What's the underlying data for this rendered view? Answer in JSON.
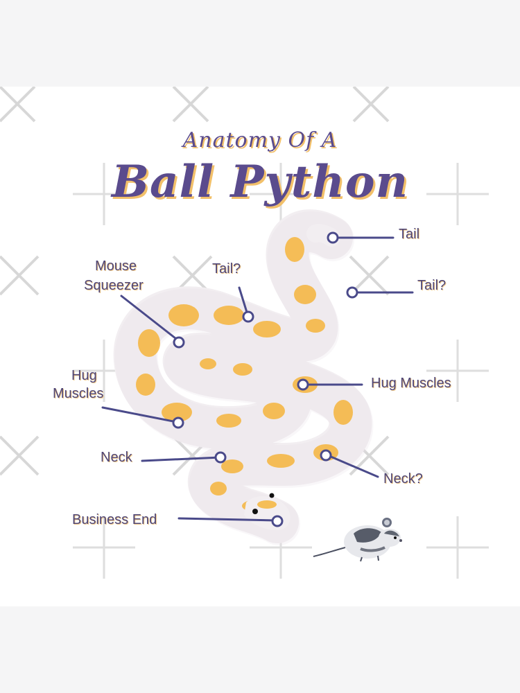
{
  "title": {
    "line1": "Anatomy Of A",
    "line2": "Ball Python"
  },
  "labels": {
    "tail": "Tail",
    "tail_q_right": "Tail?",
    "tail_q_center": "Tail?",
    "mouse_squeezer_1": "Mouse",
    "mouse_squeezer_2": "Squeezer",
    "hug_muscles_left_1": "Hug",
    "hug_muscles_left_2": "Muscles",
    "hug_muscles_right": "Hug Muscles",
    "neck": "Neck",
    "neck_q": "Neck?",
    "business_end": "Business End"
  },
  "colors": {
    "text": "#4f4676",
    "line": "#4a4a8a",
    "snake_white": "#f4f1f3",
    "snake_yellow": "#f6b53c",
    "title_shadow": "#f2c06a"
  },
  "icons": [
    "snake-illustration",
    "mouse-illustration",
    "watermark-cross"
  ]
}
